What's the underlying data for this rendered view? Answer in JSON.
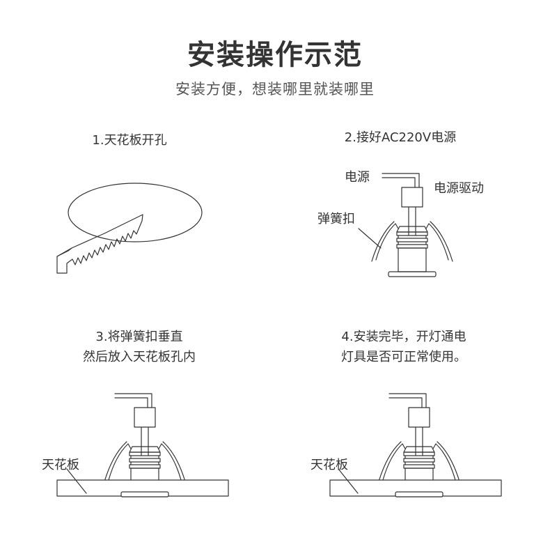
{
  "header": {
    "title": "安装操作示范",
    "subtitle": "安装方便，想装哪里就装哪里"
  },
  "steps": [
    {
      "caption_line1": "1.天花板开孔",
      "caption_line2": ""
    },
    {
      "caption_line1": "2.接好AC220V电源",
      "caption_line2": "",
      "labels": {
        "power": "电源",
        "driver": "电源驱动",
        "spring_clip": "弹簧扣"
      }
    },
    {
      "caption_line1": "3.将弹簧扣垂直",
      "caption_line2": "然后放入天花板孔内",
      "labels": {
        "ceiling": "天花板"
      }
    },
    {
      "caption_line1": "4.安装完毕，开灯通电",
      "caption_line2": "灯具是否可正常使用。",
      "labels": {
        "ceiling": "天花板"
      }
    }
  ]
}
